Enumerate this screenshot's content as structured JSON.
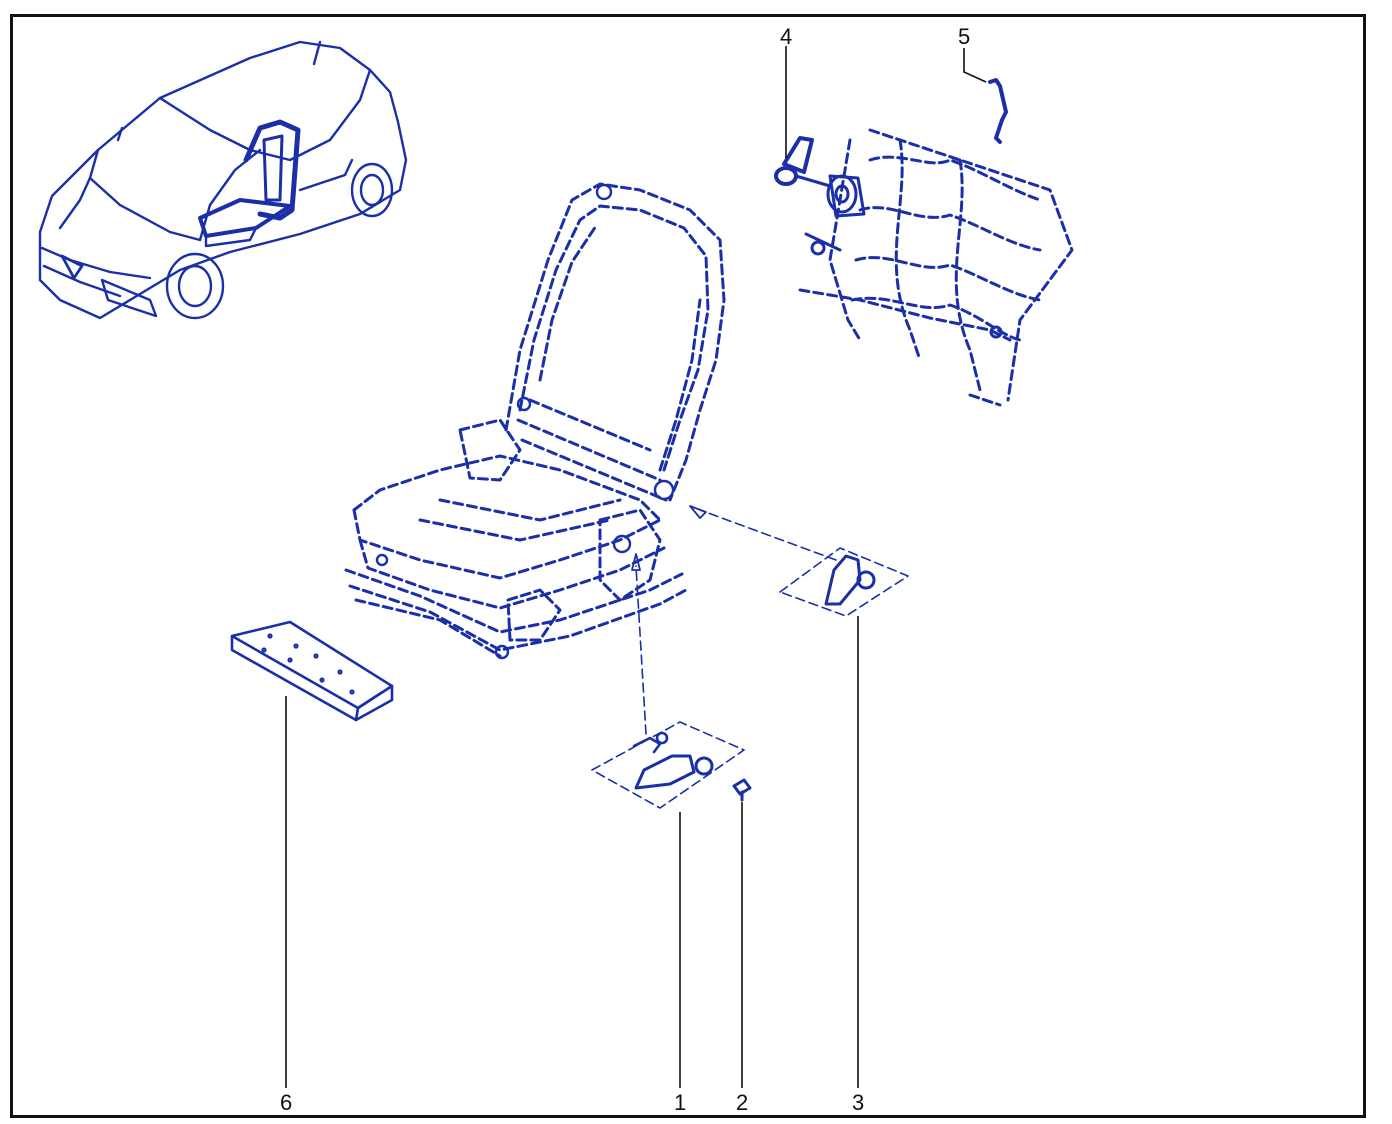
{
  "diagram": {
    "colors": {
      "line": "#1a2fa8",
      "callout": "#111111",
      "background": "#ffffff"
    },
    "callouts": [
      {
        "id": "1",
        "label": "1"
      },
      {
        "id": "2",
        "label": "2"
      },
      {
        "id": "3",
        "label": "3"
      },
      {
        "id": "4",
        "label": "4"
      },
      {
        "id": "5",
        "label": "5"
      },
      {
        "id": "6",
        "label": "6"
      }
    ]
  }
}
